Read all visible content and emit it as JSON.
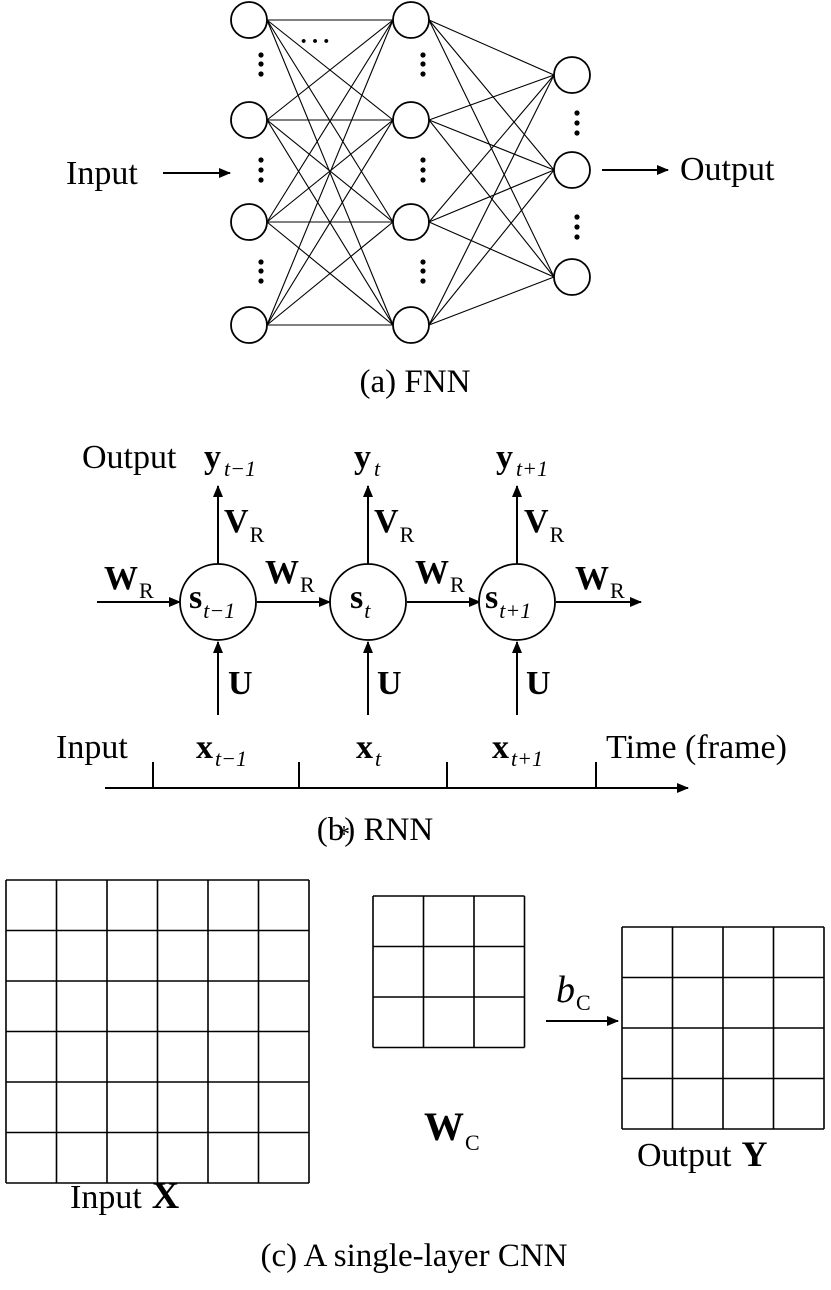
{
  "fnn": {
    "input_label": "Input",
    "output_label": "Output",
    "hidden_ellipsis": "···",
    "caption": "(a) FNN"
  },
  "rnn": {
    "output_label": "Output",
    "input_label": "Input",
    "time_label": "Time (frame)",
    "caption": "(b) RNN",
    "weights": {
      "W": "W",
      "W_sub": "R",
      "V": "V",
      "V_sub": "R",
      "U": "U"
    },
    "steps": [
      {
        "s": "s",
        "s_sub": "t−1",
        "y": "y",
        "y_sub": "t−1",
        "x": "x",
        "x_sub": "t−1"
      },
      {
        "s": "s",
        "s_sub": "t",
        "y": "y",
        "y_sub": "t",
        "x": "x",
        "x_sub": "t"
      },
      {
        "s": "s",
        "s_sub": "t+1",
        "y": "y",
        "y_sub": "t+1",
        "x": "x",
        "x_sub": "t+1"
      }
    ]
  },
  "cnn": {
    "input_label": "Input",
    "input_symbol": "X",
    "kernel_symbol": "W",
    "kernel_sub": "C",
    "bias_symbol": "b",
    "bias_sub": "C",
    "operator": "*",
    "output_label": "Output",
    "output_symbol": "Y",
    "caption": "(c) A single-layer CNN",
    "input_grid": {
      "rows": 6,
      "cols": 6
    },
    "kernel_grid": {
      "rows": 3,
      "cols": 3
    },
    "output_grid": {
      "rows": 4,
      "cols": 4
    }
  }
}
